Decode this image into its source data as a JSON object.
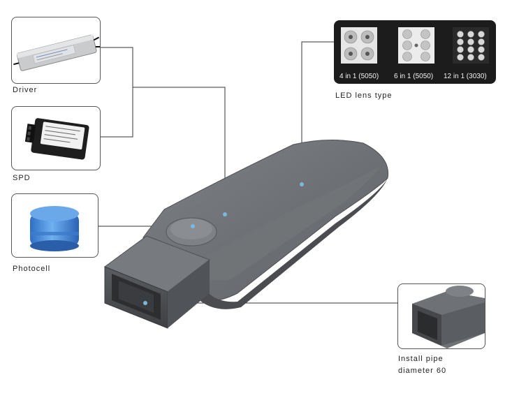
{
  "components": {
    "driver": {
      "label": "Driver"
    },
    "spd": {
      "label": "SPD"
    },
    "photocell": {
      "label": "Photocell"
    },
    "lens_type": {
      "label": "LED lens type"
    },
    "install_pipe": {
      "label_line1": "Install pipe",
      "label_line2": "diameter 60"
    }
  },
  "lens_options": [
    {
      "label": "4 in 1 (5050)"
    },
    {
      "label": "6 in 1 (5050)"
    },
    {
      "label": "12 in 1 (3030)"
    }
  ],
  "colors": {
    "housing": "#6b6e72",
    "housing_dark": "#4b4d50",
    "housing_light": "#85888c",
    "callout_dot": "#7ab8e0",
    "photocell": "#4a8fd9",
    "line": "#333333"
  }
}
